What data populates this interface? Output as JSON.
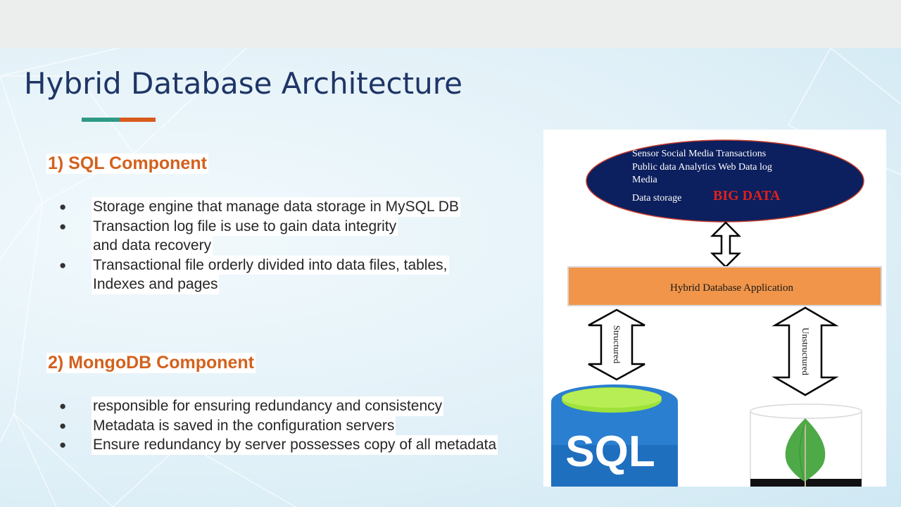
{
  "slide": {
    "title": "Hybrid Database Architecture",
    "accent_colors": [
      "#2e9a86",
      "#d85a1c"
    ]
  },
  "sections": [
    {
      "heading": "1) SQL Component",
      "bullets": [
        {
          "lines": [
            "Storage engine that manage data storage in MySQL DB"
          ]
        },
        {
          "lines": [
            "Transaction log file is use to gain data integrity",
            "and data recovery"
          ]
        },
        {
          "lines": [
            "Transactional file orderly divided into data files, tables,",
            "Indexes and pages"
          ]
        }
      ]
    },
    {
      "heading": "2) MongoDB Component",
      "bullets": [
        {
          "lines": [
            "responsible for ensuring redundancy and consistency"
          ]
        },
        {
          "lines": [
            "Metadata is saved in the configuration servers"
          ]
        },
        {
          "lines": [
            "Ensure redundancy by server possesses copy of all metadata"
          ]
        }
      ]
    }
  ],
  "diagram": {
    "big_data_sources": {
      "row1": "Sensor  Social Media   Transactions",
      "row2": "Public data Analytics   Web Data  log",
      "row3": "Media",
      "row4": "Data storage"
    },
    "big_data_label": "BIG DATA",
    "app_label": "Hybrid Database Application",
    "left_arrow_label": "Structured",
    "right_arrow_label": "Unstructured",
    "sql_icon_text": "SQL",
    "colors": {
      "ellipse": "#0c1f5e",
      "ellipse_border": "#c0392b",
      "big_data_text": "#e0201b",
      "app_bar": "#f0954a",
      "sql_body": "#1f6fbf",
      "sql_top": "#9ee23a",
      "leaf": "#4daa47"
    }
  }
}
